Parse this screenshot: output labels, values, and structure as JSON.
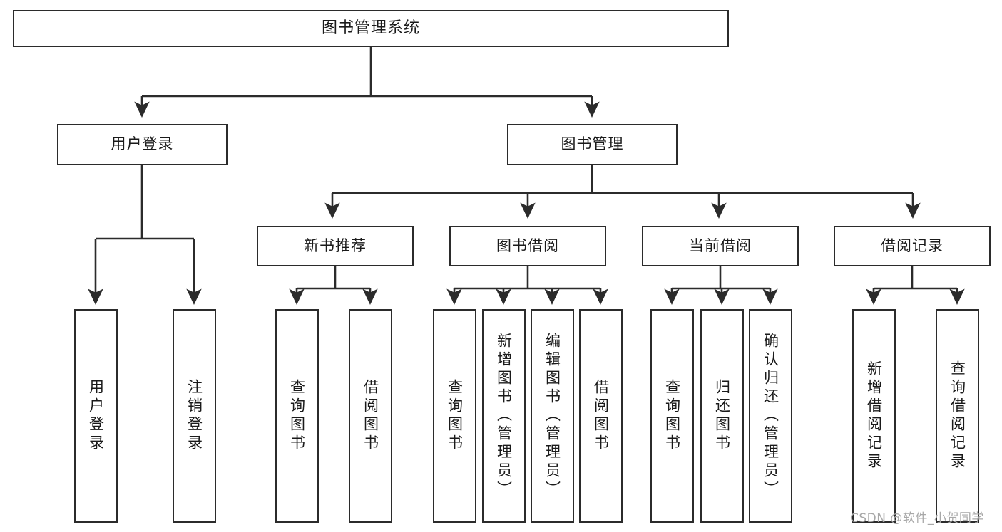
{
  "diagram": {
    "title": "图书管理系统",
    "type": "tree-hierarchy-diagram",
    "colors": {
      "stroke": "#2b2b2b",
      "fill": "#ffffff",
      "text": "#1a1a1a",
      "watermark": "#a8a8a8"
    },
    "root": {
      "label": "图书管理系统"
    },
    "level2": [
      {
        "label": "用户登录"
      },
      {
        "label": "图书管理"
      }
    ],
    "level3": [
      {
        "label": "新书推荐"
      },
      {
        "label": "图书借阅"
      },
      {
        "label": "当前借阅"
      },
      {
        "label": "借阅记录"
      }
    ],
    "leaves": {
      "user_login": [
        {
          "label": "用户登录"
        },
        {
          "label": "注销登录"
        }
      ],
      "new_book_recommend": [
        {
          "label": "查询图书"
        },
        {
          "label": "借阅图书"
        }
      ],
      "book_borrow": [
        {
          "label": "查询图书"
        },
        {
          "label": "新增图书（管理员）"
        },
        {
          "label": "编辑图书（管理员）"
        },
        {
          "label": "借阅图书"
        }
      ],
      "current_borrow": [
        {
          "label": "查询图书"
        },
        {
          "label": "归还图书"
        },
        {
          "label": "确认归还（管理员）"
        }
      ],
      "borrow_record": [
        {
          "label": "新增借阅记录"
        },
        {
          "label": "查询借阅记录"
        }
      ]
    },
    "watermark": "CSDN @软件_小贺同学"
  }
}
